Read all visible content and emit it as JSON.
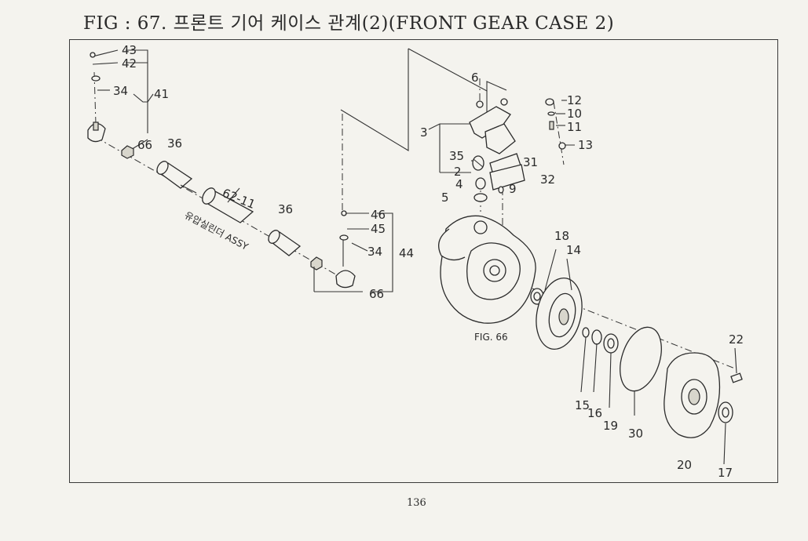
{
  "figure": {
    "title": "FIG : 67. 프론트 기어 케이스 관계(2)(FRONT GEAR CASE 2)",
    "page_number": "136"
  },
  "callouts": {
    "n2": "2",
    "n3": "3",
    "n4": "4",
    "n5": "5",
    "n6": "6",
    "n9": "9",
    "n10": "10",
    "n11": "11",
    "n12": "12",
    "n13": "13",
    "n14": "14",
    "n15": "15",
    "n16": "16",
    "n17": "17",
    "n18": "18",
    "n19": "19",
    "n20": "20",
    "n22": "22",
    "n30": "30",
    "n31": "31",
    "n32": "32",
    "n34a": "34",
    "n34b": "34",
    "n35": "35",
    "n36a": "36",
    "n36b": "36",
    "n41": "41",
    "n42": "42",
    "n43": "43",
    "n44": "44",
    "n45": "45",
    "n46": "46",
    "n62_11": "62-11",
    "n66a": "66",
    "n66b": "66"
  },
  "annotations": {
    "cylinder_assy": "유압실린더 ASSY",
    "fig_ref": "FIG. 66"
  }
}
